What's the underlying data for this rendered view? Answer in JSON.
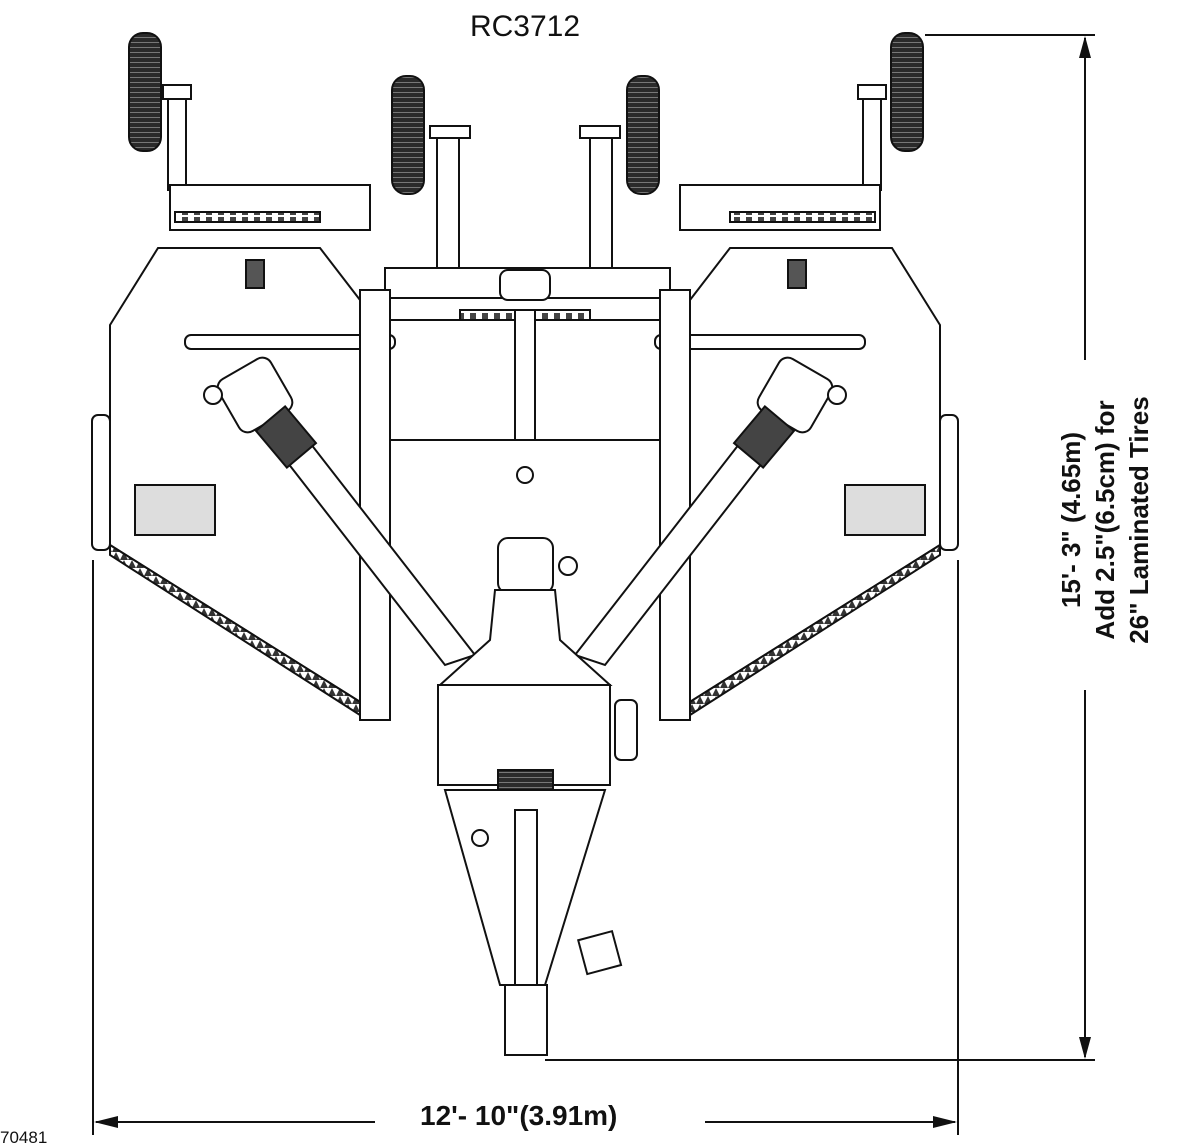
{
  "title": "RC3712",
  "height_dimension": {
    "line1": "15'- 3\" (4.65m)",
    "line2": "Add 2.5\"(6.5cm) for",
    "line3": "26\" Laminated Tires"
  },
  "width_dimension": "12'- 10\"(3.91m)",
  "part_number": "70481"
}
